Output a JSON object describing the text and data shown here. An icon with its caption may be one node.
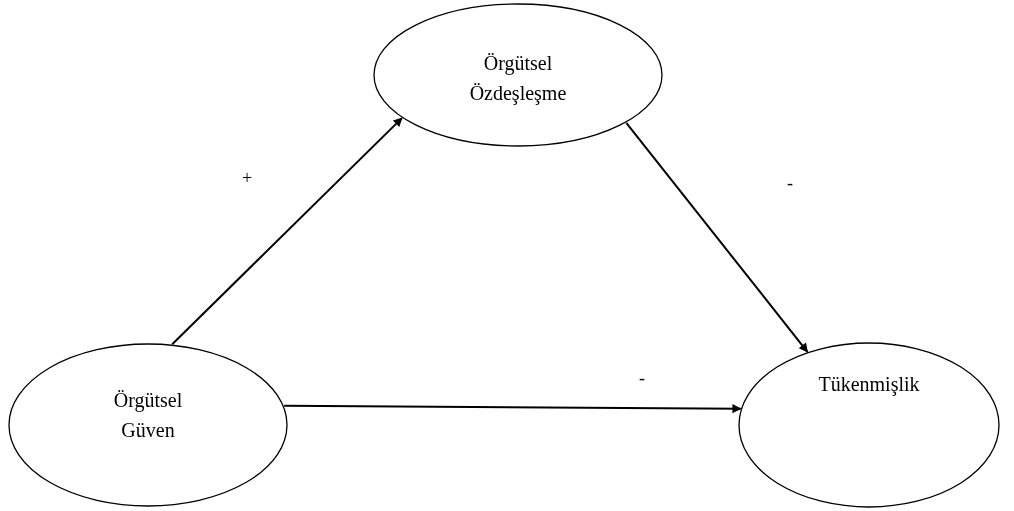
{
  "diagram": {
    "nodes": [
      {
        "text": [
          "Örgütsel Özdeşleşme"
        ]
      },
      {
        "text": [
          "Örgütsel Güven"
        ]
      },
      {
        "text": [
          "Tükenmişlik"
        ]
      }
    ],
    "edges": [
      {
        "from": 1,
        "to": 0,
        "arrow": "to",
        "label": "+"
      },
      {
        "from": 0,
        "to": 2,
        "arrow": "to",
        "label": "-"
      },
      {
        "from": 1,
        "to": 2,
        "arrow": "to",
        "label": "-"
      }
    ]
  }
}
